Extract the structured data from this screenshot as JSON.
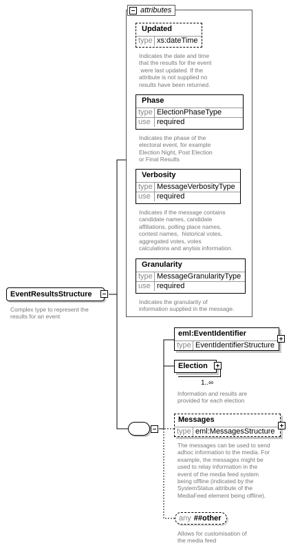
{
  "root": {
    "name": "EventResultsStructure",
    "description": "Complex type to represent the\nresults for an event"
  },
  "attributes_group": {
    "label": "attributes",
    "items": [
      {
        "name": "Updated",
        "rows": [
          {
            "key": "type",
            "value": "xs:dateTime"
          }
        ],
        "description": "Indicates the date and time\nthat the results for the event\n were last updated. If the\nattribute is not supplied no\nresults have been returned."
      },
      {
        "name": "Phase",
        "rows": [
          {
            "key": "type",
            "value": "ElectionPhaseType"
          },
          {
            "key": "use",
            "value": "required"
          }
        ],
        "description": "Indicates the phase of the\nelectoral event, for example\nElection Night, Post Election\nor Final Results"
      },
      {
        "name": "Verbosity",
        "rows": [
          {
            "key": "type",
            "value": "MessageVerbosityType"
          },
          {
            "key": "use",
            "value": "required"
          }
        ],
        "description": "Indicates if the message contains\ncandidate names, candidate\naffiliations, polling place names,\ncontest names,  historical votes,\naggregated votes, votes\ncalculations and anylsis information."
      },
      {
        "name": "Granularity",
        "rows": [
          {
            "key": "type",
            "value": "MessageGranularityType"
          },
          {
            "key": "use",
            "value": "required"
          }
        ],
        "description": "Indicates the granularity of\ninformation supplied in the message."
      }
    ]
  },
  "sequence": {
    "elements": [
      {
        "name": "eml:EventIdentifier",
        "type_key": "type",
        "type_value": "EventIdentifierStructure"
      },
      {
        "name": "Election",
        "cardinality": "1..∞",
        "description": "Information and results are\nprovided for each election"
      },
      {
        "name": "Messages",
        "type_key": "type",
        "type_value": "eml:MessagesStructure",
        "description": "The messages can be used to send\nadhoc information to the media. For\nexample, the messages might be\nused to relay information in the\nevent of the media feed system\nbeing offline (indicated by the\nSystemStatus attribute of the\nMediaFeed element being offline)."
      },
      {
        "name": "##other",
        "prefix": "any",
        "description": "Allows for customisation of\nthe media feed"
      }
    ]
  }
}
